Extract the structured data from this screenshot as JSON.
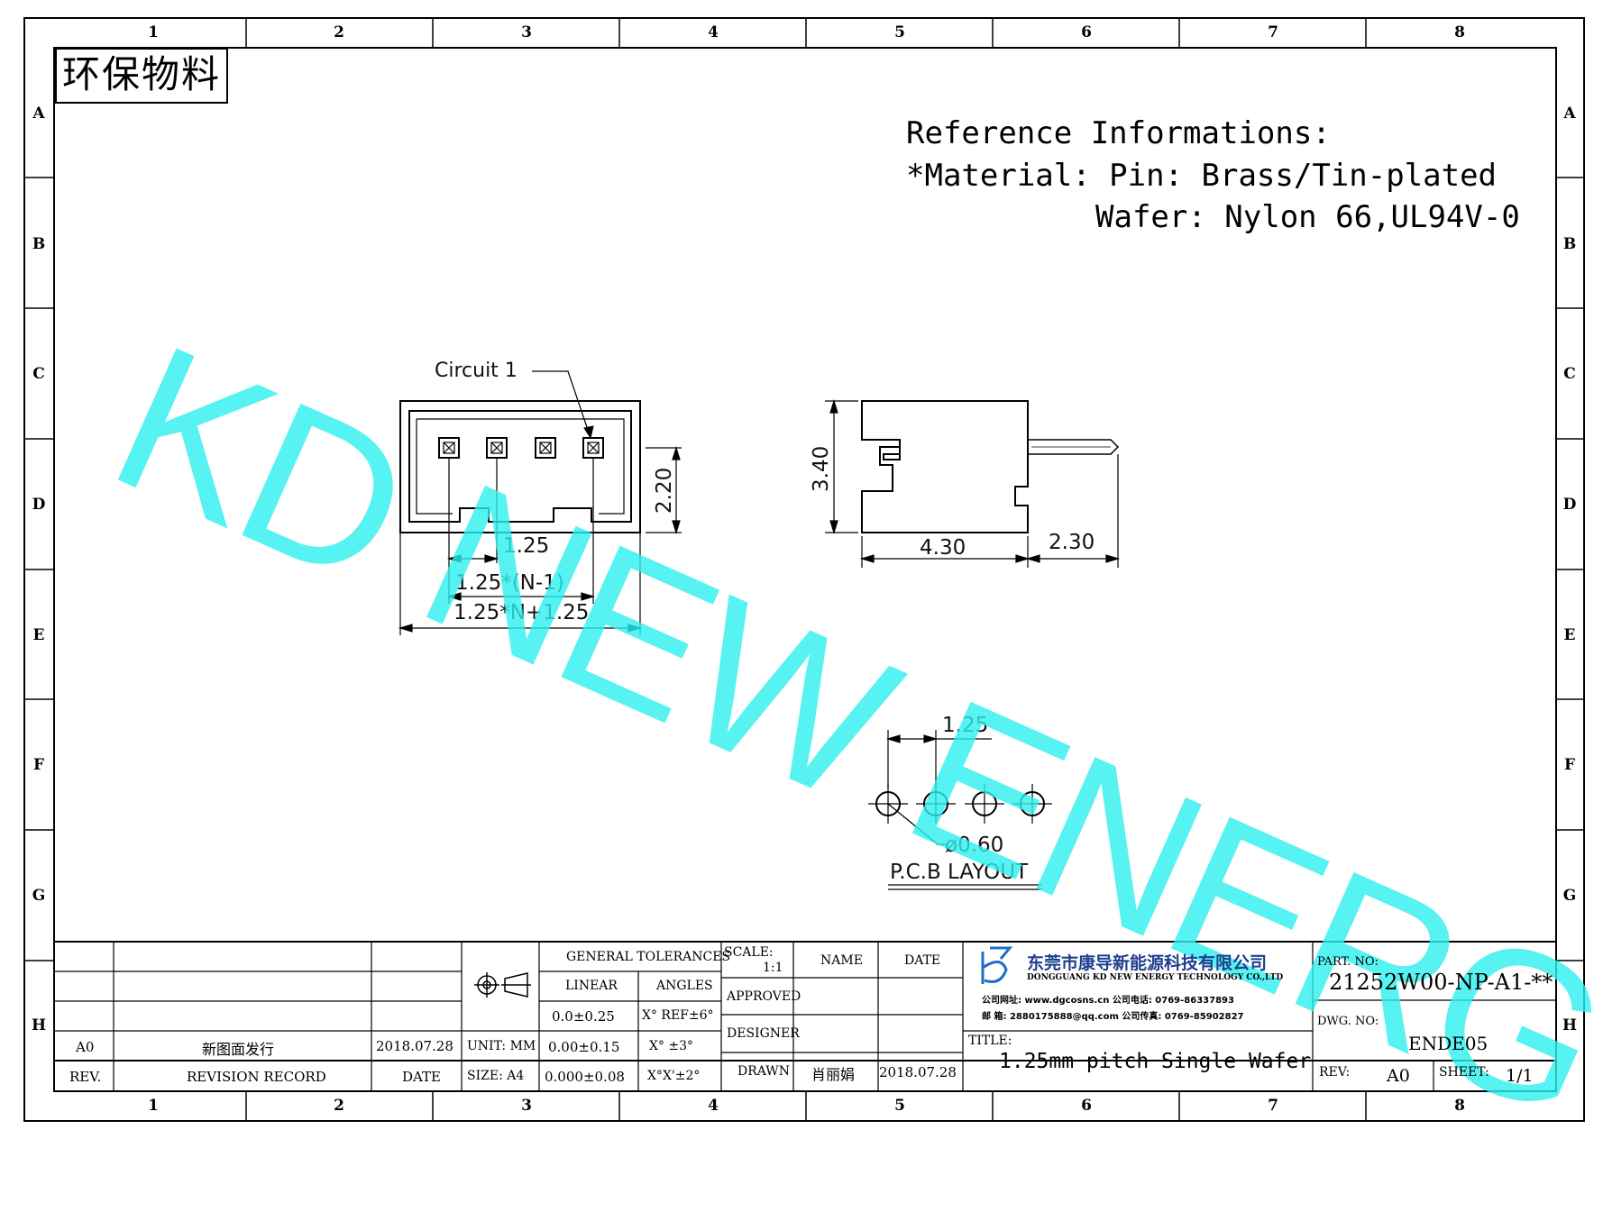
{
  "stamp": "环保物料",
  "zones": {
    "columns": [
      "1",
      "2",
      "3",
      "4",
      "5",
      "6",
      "7",
      "8"
    ],
    "rows": [
      "A",
      "B",
      "C",
      "D",
      "E",
      "F",
      "G",
      "H"
    ]
  },
  "reference": {
    "line1": "Reference Informations:",
    "line2": "*Material: Pin: Brass/Tin-plated",
    "line3": "Wafer: Nylon 66,UL94V-0"
  },
  "watermark": "KD NEW ENERGY",
  "front_view": {
    "circuit_label": "Circuit 1",
    "dim_pitch": "1.25",
    "dim_pitch_n1": "1.25*(N-1)",
    "dim_total": "1.25*N+1.25",
    "dim_height": "2.20"
  },
  "side_view": {
    "dim_height": "3.40",
    "dim_body": "4.30",
    "dim_pin": "2.30"
  },
  "pcb_layout": {
    "dim_pitch": "1.25",
    "dim_hole": "ø0.60",
    "label": "P.C.B LAYOUT"
  },
  "title_block": {
    "rev_row": {
      "rev": "A0",
      "record": "新图面发行",
      "date": "2018.07.28"
    },
    "headers": {
      "rev": "REV.",
      "record": "REVISION RECORD",
      "date": "DATE"
    },
    "unit": "UNIT: MM",
    "size": "SIZE: A4",
    "general_tolerances": "GENERAL TOLERANCES",
    "linear": "LINEAR",
    "angles": "ANGLES",
    "tol_1": "0.0±0.25",
    "tol_2": "0.00±0.15",
    "tol_3": "0.000±0.08",
    "ang_1": "X° REF±6°",
    "ang_2": "X° ±3°",
    "ang_3": "X°X'±2°",
    "scale_label": "SCALE:",
    "scale_value": "1:1",
    "name_header": "NAME",
    "date_header": "DATE",
    "approved": "APPROVED",
    "designer": "DESIGNER",
    "drawn": "DRAWN",
    "drawn_name": "肖丽娟",
    "drawn_date": "2018.07.28",
    "company_cn": "东莞市康导新能源科技有限公司",
    "company_en": "DONGGUANG KD NEW ENERGY TECHNOLOGY CO.,LTD",
    "contact_1": "公司网址: www.dgcosns.cn   公司电话: 0769-86337893",
    "contact_2": "邮    箱: 2880175888@qq.com  公司传真: 0769-85902827",
    "title_label": "TITLE:",
    "title_value": "1.25mm pitch Single Wafer",
    "part_no_label": "PART. NO:",
    "part_no": "21252W00-NP-A1-**",
    "dwg_no_label": "DWG. NO:",
    "dwg_no": "ENDE05",
    "rev_label": "REV:",
    "rev_value": "A0",
    "sheet_label": "SHEET:",
    "sheet_value": "1/1"
  },
  "colors": {
    "watermark": "#2ef0f0",
    "line": "#000000",
    "logo": "#1f6fc4"
  }
}
